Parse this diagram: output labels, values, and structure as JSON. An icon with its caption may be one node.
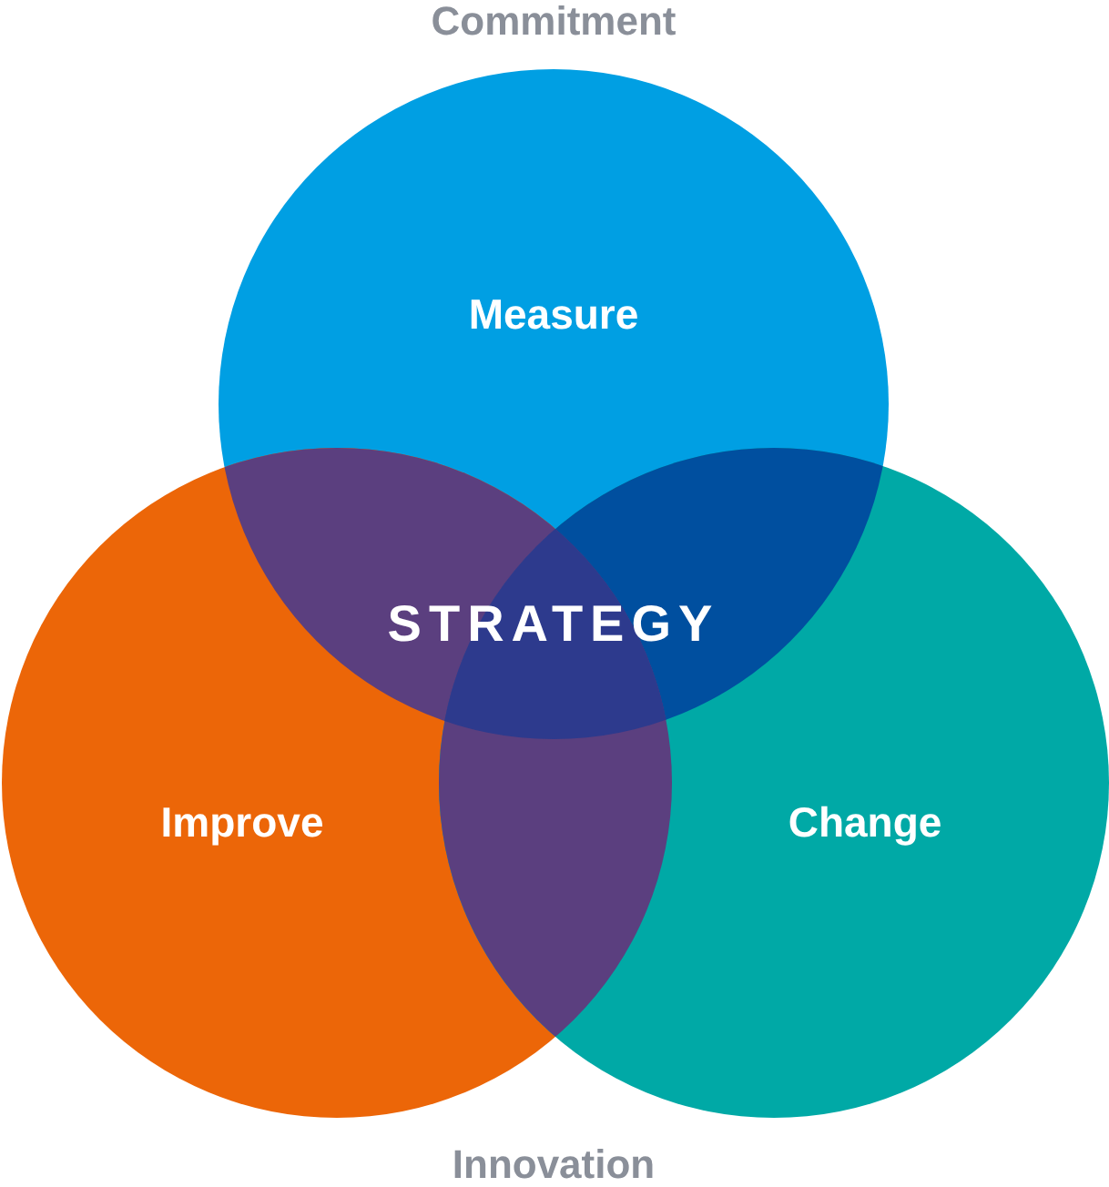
{
  "diagram": {
    "nodes": [
      {
        "text": [
          "Measure"
        ]
      },
      {
        "text": [
          "Improve"
        ]
      },
      {
        "text": [
          "Change"
        ]
      }
    ],
    "labels": [
      "Commitment",
      "STRATEGY",
      "Innovation"
    ]
  }
}
